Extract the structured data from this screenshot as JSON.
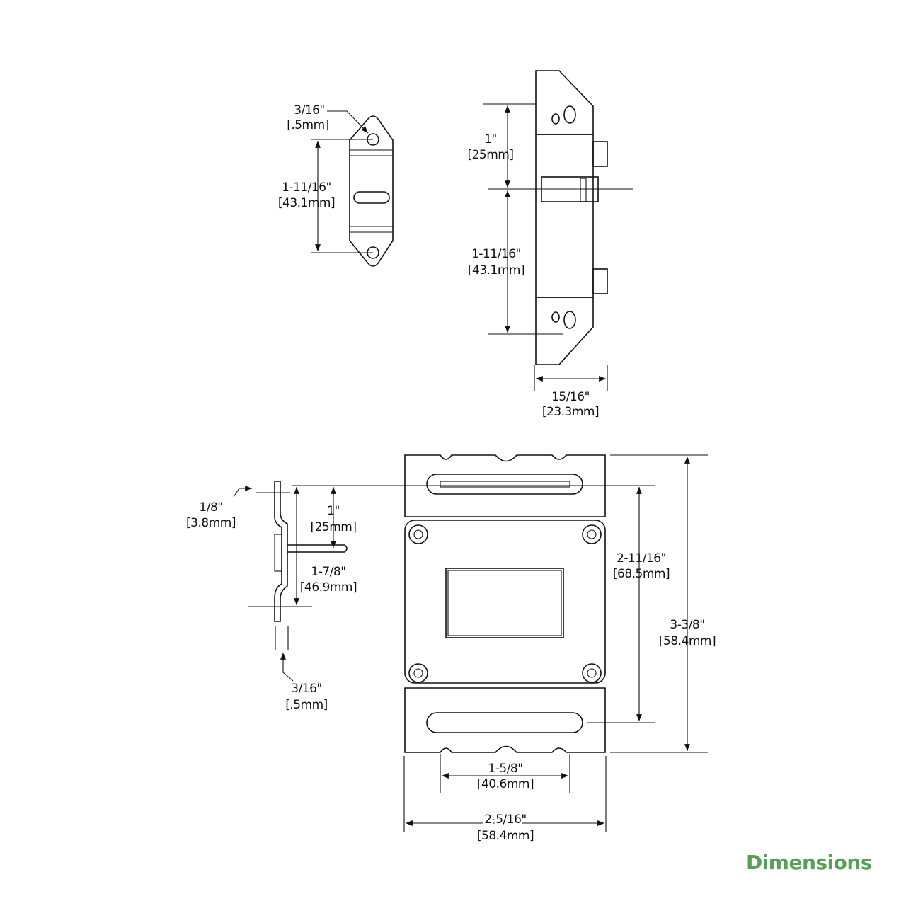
{
  "title": "Dimensions",
  "colors": {
    "title": "#5a9e5a",
    "line": "#111111"
  },
  "views": {
    "strike_front": {
      "hole": {
        "in": "3/16\"",
        "mm": "[.5mm]"
      },
      "height": {
        "in": "1-11/16\"",
        "mm": "[43.1mm]"
      }
    },
    "strike_side": {
      "offset": {
        "in": "1\"",
        "mm": "[25mm]"
      },
      "height": {
        "in": "1-11/16\"",
        "mm": "[43.1mm]"
      },
      "depth": {
        "in": "15/16\"",
        "mm": "[23.3mm]"
      }
    },
    "lock_side": {
      "plate": {
        "in": "1/8\"",
        "mm": "[3.8mm]"
      },
      "offset": {
        "in": "1\"",
        "mm": "[25mm]"
      },
      "height": {
        "in": "1-7/8\"",
        "mm": "[46.9mm]"
      },
      "thickness": {
        "in": "3/16\"",
        "mm": "[.5mm]"
      }
    },
    "lock_front": {
      "slot_spacing": {
        "in": "2-11/16\"",
        "mm": "[68.5mm]"
      },
      "height": {
        "in": "3-3/8\"",
        "mm": "[58.4mm]"
      },
      "inner_width": {
        "in": "1-5/8\"",
        "mm": "[40.6mm]"
      },
      "width": {
        "in": "2-5/16\"",
        "mm": "[58.4mm]"
      }
    }
  }
}
